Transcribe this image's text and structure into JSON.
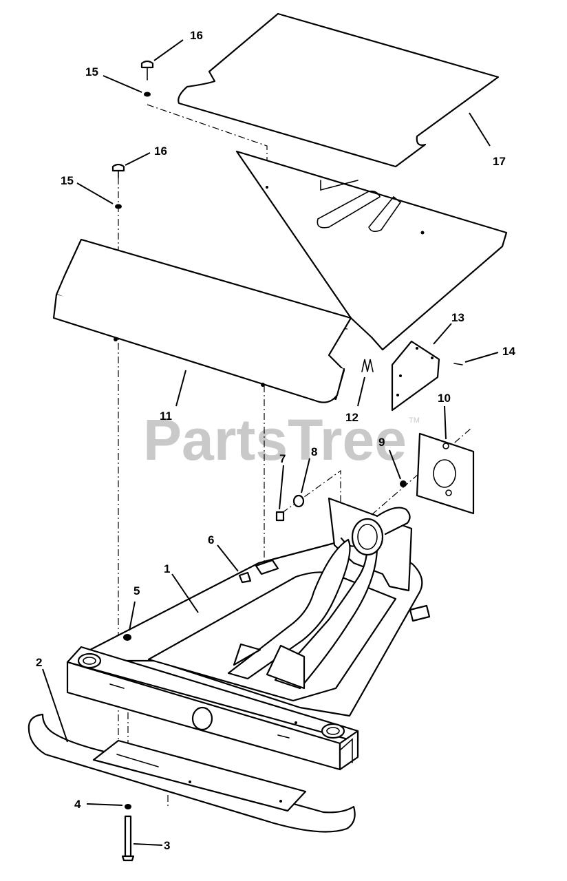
{
  "watermark": {
    "text": "PartsTree",
    "trademark": "TM"
  },
  "callouts": [
    {
      "number": "1"
    },
    {
      "number": "2"
    },
    {
      "number": "3"
    },
    {
      "number": "4"
    },
    {
      "number": "5"
    },
    {
      "number": "6"
    },
    {
      "number": "7"
    },
    {
      "number": "8"
    },
    {
      "number": "9"
    },
    {
      "number": "10"
    },
    {
      "number": "11"
    },
    {
      "number": "12"
    },
    {
      "number": "13"
    },
    {
      "number": "14"
    },
    {
      "number": "15"
    },
    {
      "number": "16"
    },
    {
      "number": "15"
    },
    {
      "number": "16"
    },
    {
      "number": "17"
    }
  ]
}
